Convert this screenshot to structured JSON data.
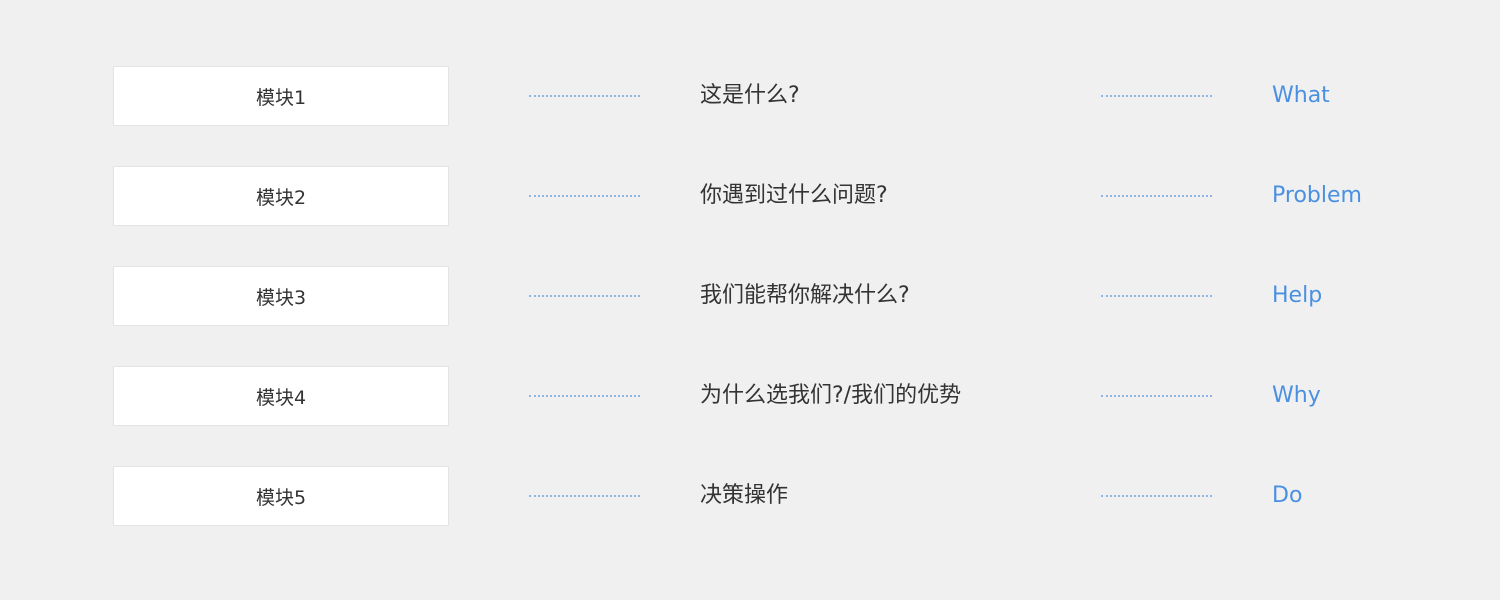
{
  "colors": {
    "background": "#f0f0f0",
    "box": "#ffffff",
    "connector": "#8fb4e6",
    "keyword": "#4a90e2",
    "text": "#333333"
  },
  "rows": [
    {
      "module": "模块1",
      "question": "这是什么?",
      "keyword": "What"
    },
    {
      "module": "模块2",
      "question": "你遇到过什么问题?",
      "keyword": "Problem"
    },
    {
      "module": "模块3",
      "question": "我们能帮你解决什么?",
      "keyword": "Help"
    },
    {
      "module": "模块4",
      "question": "为什么选我们?/我们的优势",
      "keyword": "Why"
    },
    {
      "module": "模块5",
      "question": "决策操作",
      "keyword": "Do"
    }
  ]
}
